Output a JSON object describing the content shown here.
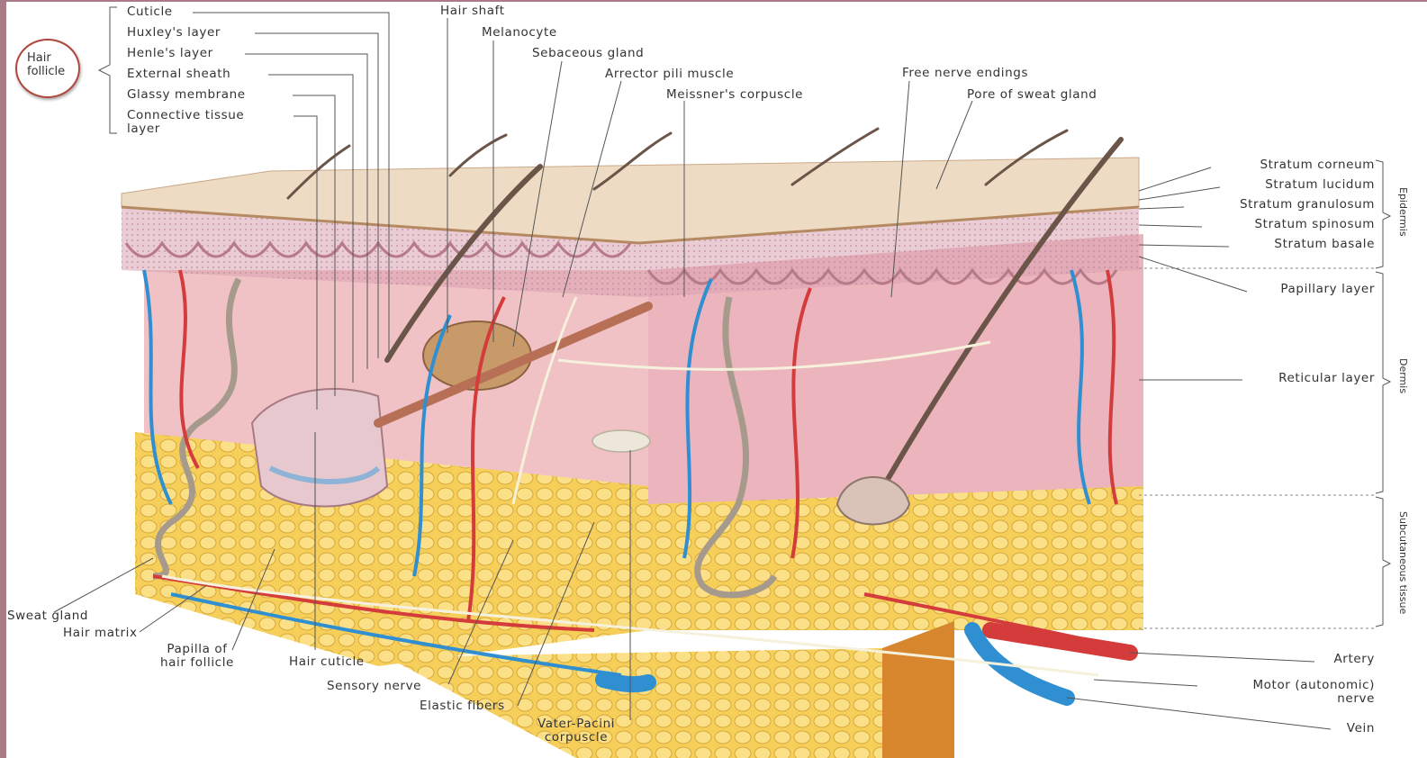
{
  "hair_follicle_group": {
    "title_line1": "Hair",
    "title_line2": "follicle",
    "items": [
      "Cuticle",
      "Huxley's layer",
      "Henle's layer",
      "External sheath",
      "Glassy membrane",
      "Connective tissue",
      "layer"
    ]
  },
  "top_labels": {
    "hair_shaft": "Hair shaft",
    "melanocyte": "Melanocyte",
    "sebaceous_gland": "Sebaceous gland",
    "arrector_pili": "Arrector pili muscle",
    "meissner": "Meissner's corpuscle",
    "free_nerve": "Free nerve endings",
    "pore": "Pore of sweat gland"
  },
  "right_labels": {
    "stratum_corneum": "Stratum corneum",
    "stratum_lucidum": "Stratum lucidum",
    "stratum_granulosum": "Stratum granulosum",
    "stratum_spinosum": "Stratum spinosum",
    "stratum_basale": "Stratum basale",
    "papillary": "Papillary layer",
    "reticular": "Reticular layer",
    "artery": "Artery",
    "motor_line1": "Motor (autonomic)",
    "motor_line2": "nerve",
    "vein": "Vein"
  },
  "region_labels": {
    "epidermis": "Epidermis",
    "dermis": "Dermis",
    "subcutaneous": "Subcutaneous tissue"
  },
  "bottom_labels": {
    "sweat_gland": "Sweat gland",
    "hair_matrix": "Hair matrix",
    "papilla_line1": "Papilla of",
    "papilla_line2": "hair follicle",
    "hair_cuticle": "Hair cuticle",
    "sensory_nerve": "Sensory nerve",
    "elastic_fibers": "Elastic fibers",
    "vater_line1": "Vater-Pacini",
    "vater_line2": "corpuscle"
  },
  "colors": {
    "frame": "#a87b86",
    "circle": "#b0463c",
    "skin_top": "#eedbc4",
    "epidermis": "#d9a3b0",
    "dermis": "#f0c2c6",
    "fat": "#f4cc55",
    "artery": "#d43b3b",
    "vein": "#2f8fd1",
    "nerve": "#f6f1dc",
    "hair": "#6b5549"
  }
}
